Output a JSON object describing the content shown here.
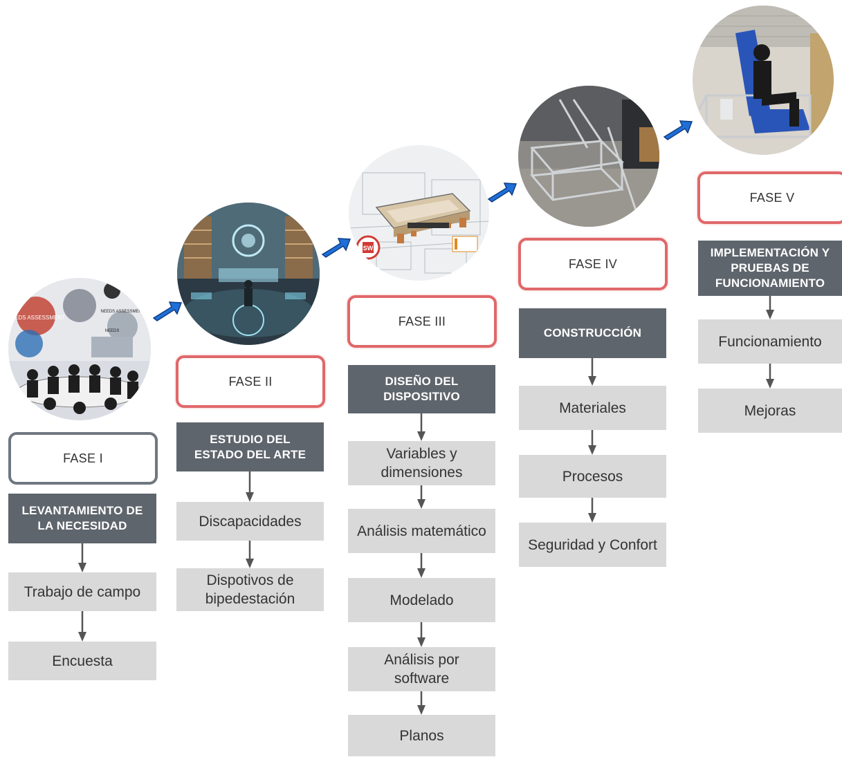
{
  "phases": [
    {
      "fase": "FASE I",
      "title": "LEVANTAMIENTO DE LA NECESIDAD",
      "steps": [
        "Trabajo de campo",
        "Encuesta"
      ]
    },
    {
      "fase": "FASE II",
      "title": "ESTUDIO DEL ESTADO DEL ARTE",
      "steps": [
        "Discapacidades",
        "Dispotivos de bipedestación"
      ]
    },
    {
      "fase": "FASE III",
      "title": "DISEÑO DEL DISPOSITIVO",
      "steps": [
        "Variables y dimensiones",
        "Análisis matemático",
        "Modelado",
        "Análisis por software",
        "Planos"
      ]
    },
    {
      "fase": "FASE IV",
      "title": "CONSTRUCCIÓN",
      "steps": [
        "Materiales",
        "Procesos",
        "Seguridad y Confort"
      ]
    },
    {
      "fase": "FASE V",
      "title": "IMPLEMENTACIÓN Y PRUEBAS DE FUNCIONAMIENTO",
      "steps": [
        "Funcionamiento",
        "Mejoras"
      ]
    }
  ],
  "images": {
    "needs_label_1": "NEEDS ASSESSMENT",
    "needs_label_2": "NEEDS ASSESSMENT",
    "needs_label_3": "NEEDS",
    "sw_logo": "SW"
  },
  "colors": {
    "header_bg": "#5f656c",
    "step_bg": "#d9d9d9",
    "fase_border_red": "#e0686a",
    "fase_border_gray": "#6f7780",
    "flow_arrow": "#1f6fd6"
  }
}
